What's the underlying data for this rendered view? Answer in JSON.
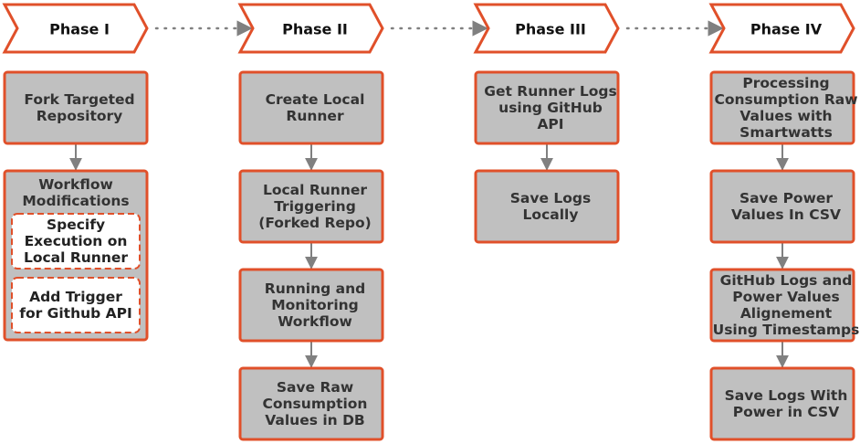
{
  "colors": {
    "border": "#E0502A",
    "box_fill": "#C0C0C0",
    "arrow": "#808080",
    "phase_fill": "#FFFFFF",
    "inner_fill": "#FFFFFF"
  },
  "phases": [
    {
      "label": "Phase I",
      "steps": [
        {
          "lines": [
            "Fork Targeted",
            "Repository"
          ]
        },
        {
          "lines": [
            "Workflow",
            "Modifications"
          ],
          "sub": [
            {
              "lines": [
                "Specify",
                "Execution on",
                "Local Runner"
              ]
            },
            {
              "lines": [
                "Add Trigger",
                "for Github API"
              ]
            }
          ]
        }
      ]
    },
    {
      "label": "Phase II",
      "steps": [
        {
          "lines": [
            "Create Local",
            "Runner"
          ]
        },
        {
          "lines": [
            "Local Runner",
            "Triggering",
            "(Forked Repo)"
          ]
        },
        {
          "lines": [
            "Running and",
            "Monitoring",
            "Workflow"
          ]
        },
        {
          "lines": [
            "Save Raw",
            "Consumption",
            "Values in DB"
          ]
        }
      ]
    },
    {
      "label": "Phase III",
      "steps": [
        {
          "lines": [
            "Get Runner Logs",
            "using GitHub",
            "API"
          ]
        },
        {
          "lines": [
            "Save Logs",
            "Locally"
          ]
        }
      ]
    },
    {
      "label": "Phase IV",
      "steps": [
        {
          "lines": [
            "Processing",
            "Consumption Raw",
            "Values with",
            "Smartwatts"
          ]
        },
        {
          "lines": [
            "Save Power",
            "Values In CSV"
          ]
        },
        {
          "lines": [
            "GitHub Logs and",
            "Power Values",
            "Alignement",
            "Using Timestamps"
          ]
        },
        {
          "lines": [
            "Save Logs With",
            "Power in CSV"
          ]
        }
      ]
    }
  ]
}
